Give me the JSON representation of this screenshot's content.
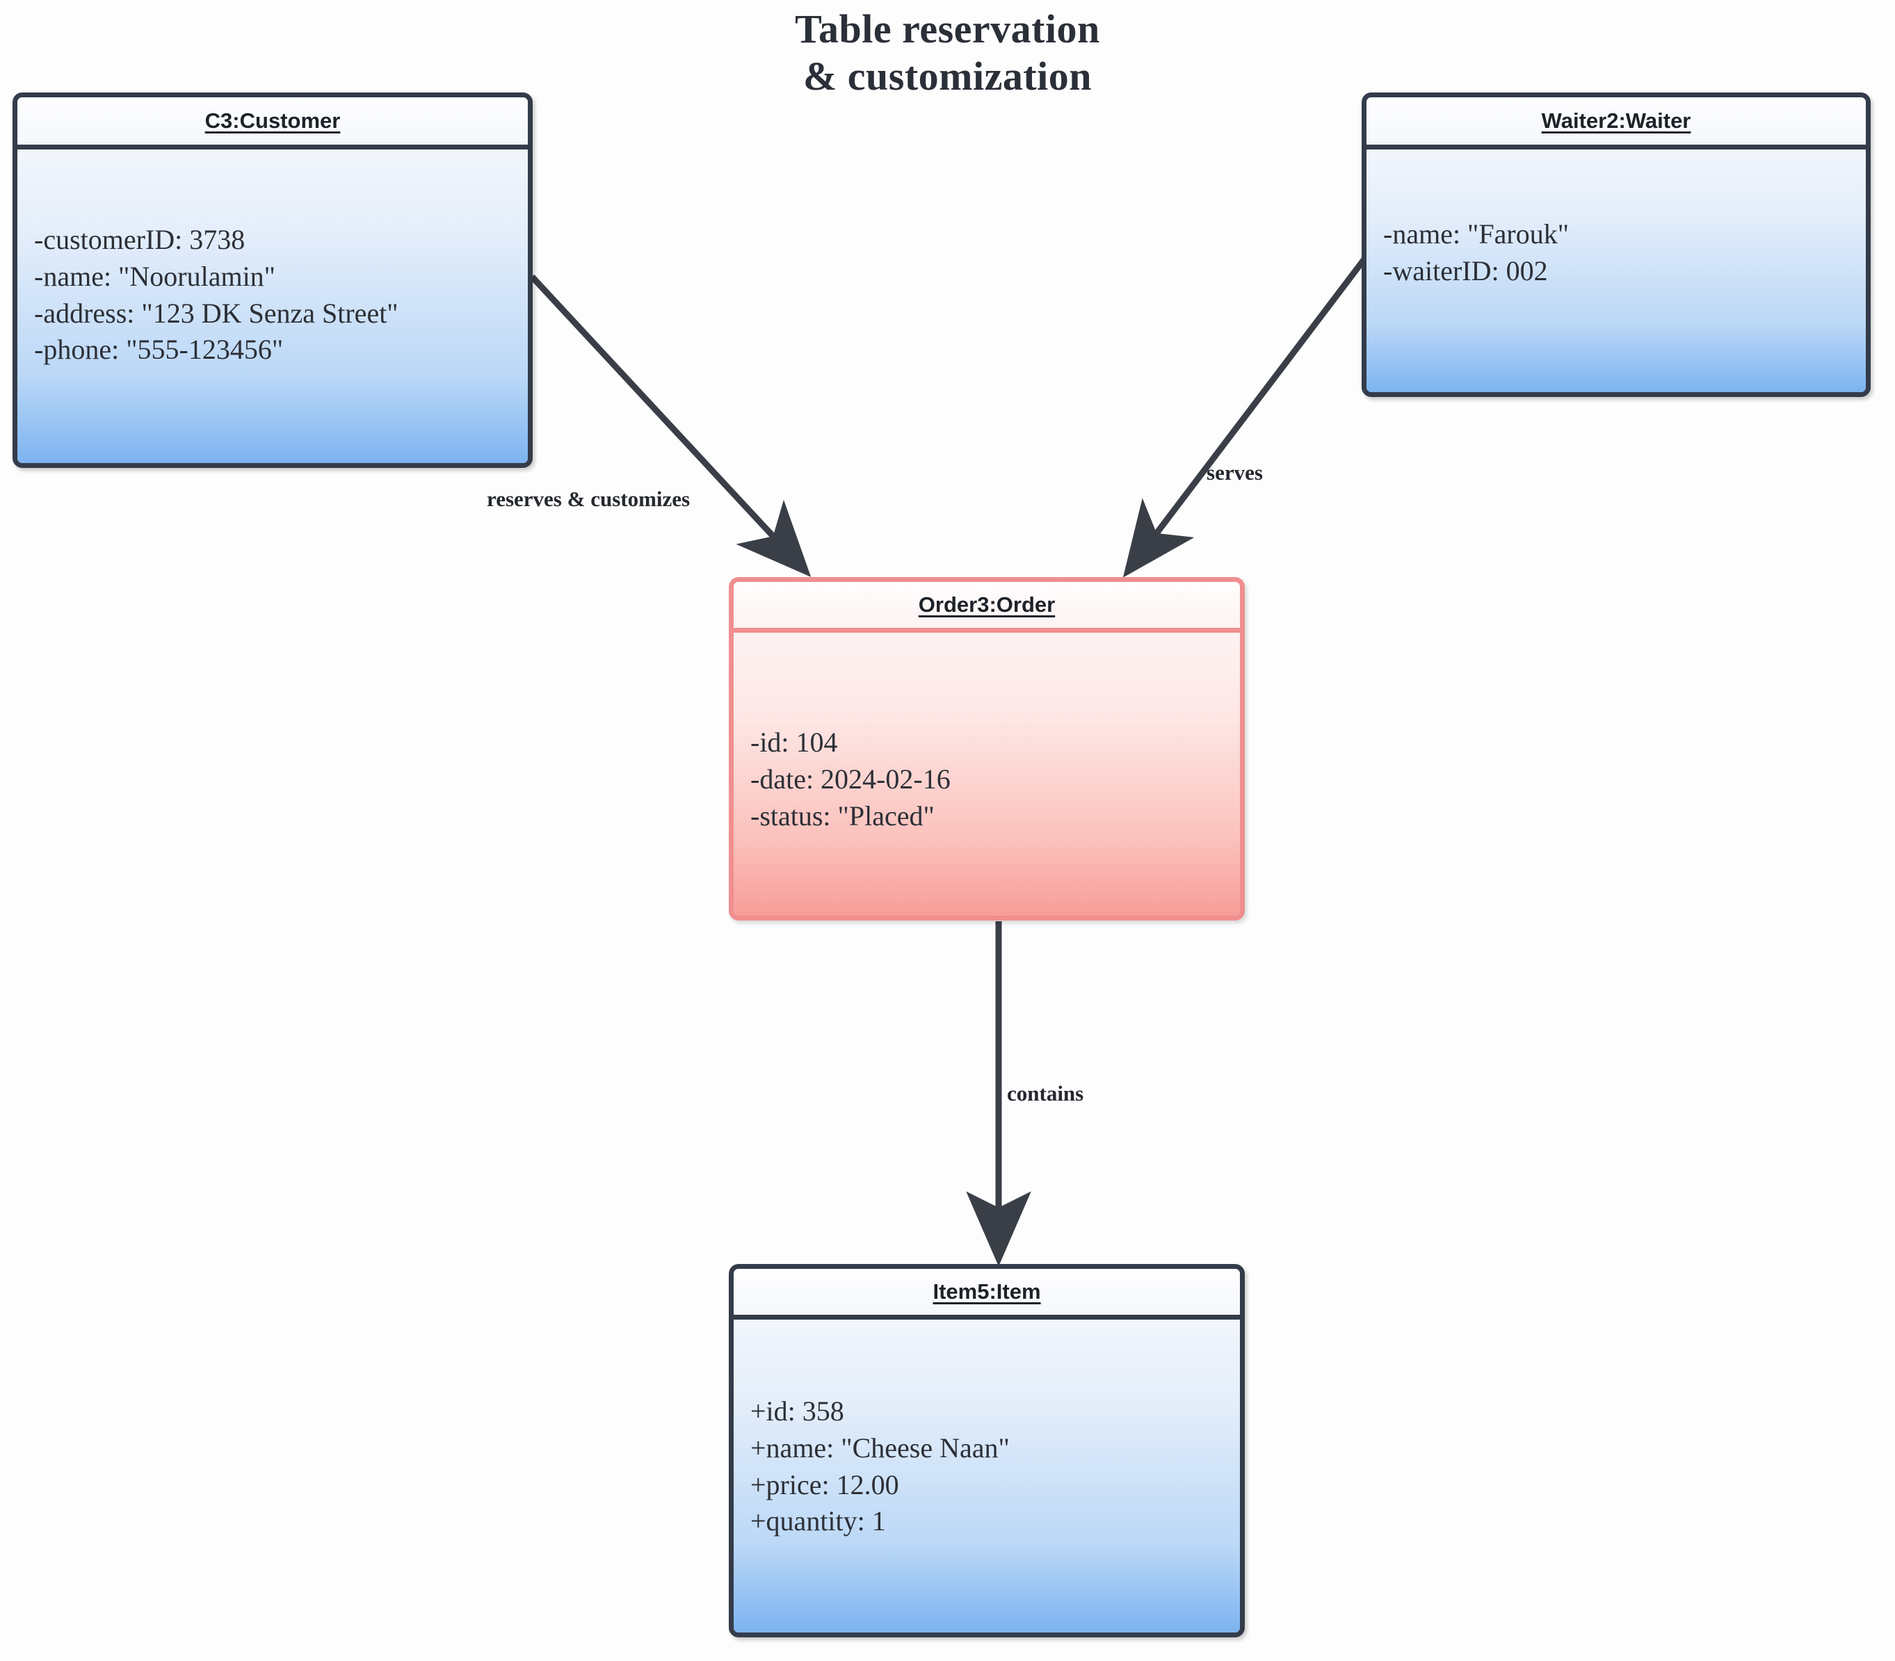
{
  "title": {
    "line1": "Table reservation",
    "line2": "& customization"
  },
  "objects": [
    {
      "key": "customer",
      "header": "C3:Customer",
      "color": "blue",
      "attributes": [
        "-customerID: 3738",
        "-name: \"Noorulamin\"",
        "-address: \"123 DK Senza Street\"",
        "-phone: \"555-123456\""
      ]
    },
    {
      "key": "waiter",
      "header": "Waiter2:Waiter",
      "color": "blue",
      "attributes": [
        "-name: \"Farouk\"",
        "-waiterID: 002"
      ]
    },
    {
      "key": "order",
      "header": "Order3:Order",
      "color": "red",
      "attributes": [
        "-id: 104",
        "-date: 2024-02-16",
        "-status: \"Placed\""
      ]
    },
    {
      "key": "item",
      "header": "Item5:Item",
      "color": "blue",
      "attributes": [
        "+id: 358",
        "+name: \"Cheese Naan\"",
        "+price: 12.00",
        "+quantity: 1"
      ]
    }
  ],
  "edges": [
    {
      "key": "customer-order",
      "label": "reserves & customizes",
      "from": "customer",
      "to": "order"
    },
    {
      "key": "waiter-order",
      "label": "serves",
      "from": "waiter",
      "to": "order"
    },
    {
      "key": "order-item",
      "label": "contains",
      "from": "order",
      "to": "item"
    }
  ],
  "colors": {
    "blue_border": "#343c4a",
    "blue_fill_bottom": "#7cb3f0",
    "red_border": "#f08f8f",
    "red_fill_bottom": "#f89d98",
    "line": "#3a3f47",
    "text": "#2c2f36"
  }
}
